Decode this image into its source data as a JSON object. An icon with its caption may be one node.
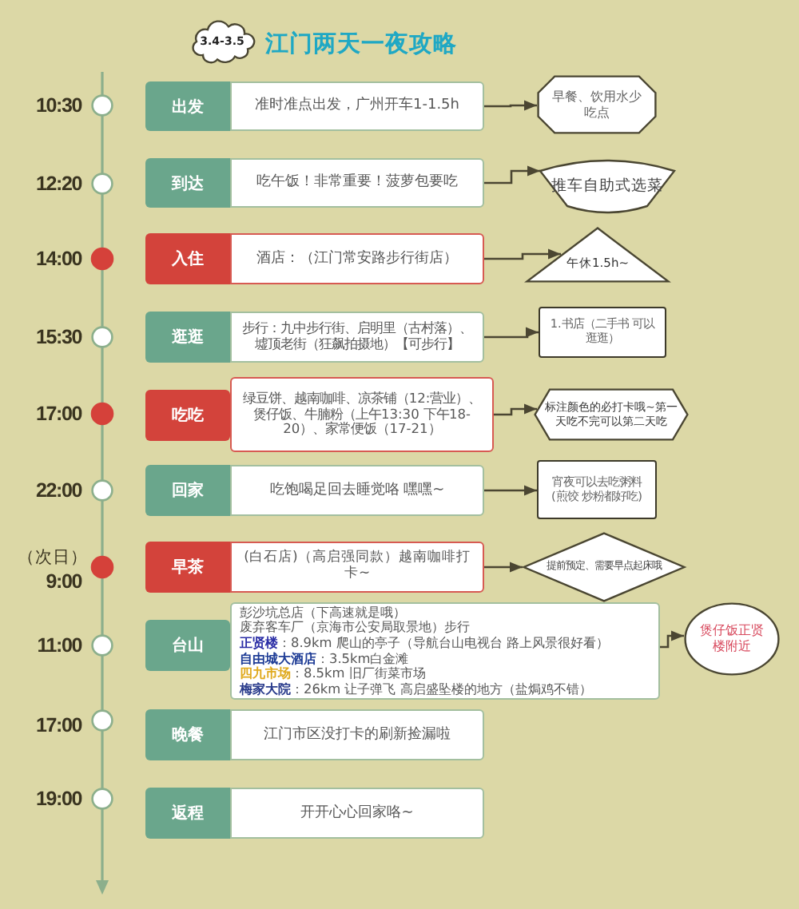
{
  "diagram": {
    "title": "江门两天一夜攻略",
    "nodes": [
      {
        "text": [
          "3.4-3.5"
        ]
      },
      {
        "text": [
          "出发",
          "准时准点出发，广州开车1-1.5h"
        ]
      },
      {
        "text": [
          "早餐、饮用水少吃点"
        ]
      },
      {
        "text": [
          "到达",
          "吃午饭！非常重要！菠萝包要吃"
        ]
      },
      {
        "text": [
          "推车自助式选菜"
        ]
      },
      {
        "text": [
          "入住",
          "酒店：（江门常安路步行街店）"
        ]
      },
      {
        "text": [
          "午休1.5h~"
        ]
      },
      {
        "text": [
          "逛逛",
          "步行：九中步行街、启明里（古村落）、墟顶老街（狂飙拍摄地）【可步行】"
        ]
      },
      {
        "text": [
          "1.书店（二手书 可以逛逛）"
        ]
      },
      {
        "text": [
          "吃吃",
          "绿豆饼、越南咖啡、凉茶铺（12:营业）、煲仔饭、牛腩粉（上午13:30 下午18-20）、家常便饭（17-21）"
        ]
      },
      {
        "text": [
          "标注颜色的必打卡哦~第一天吃不完可以第二天吃"
        ]
      },
      {
        "text": [
          "回家",
          "吃饱喝足回去睡觉咯 嘿嘿~"
        ]
      },
      {
        "text": [
          "宵夜可以去吃粥料(煎饺 炒粉都好吃)"
        ]
      },
      {
        "text": [
          "早茶",
          "(白石店)（高启强同款）越南咖啡打卡~"
        ]
      },
      {
        "text": [
          "提前预定、需要早点起床哦"
        ]
      },
      {
        "text": [
          "台山",
          "彭沙坑总店（下高速就是哦）",
          "废弃客车厂（京海市公安局取景地）步行",
          "**正贤楼**：8.9km 爬山的亭子（导航台山电视台 路上风景很好看）",
          "**自由城大酒店**：3.5km白金滩",
          "**四九市场**：8.5km 旧厂街菜市场",
          "**梅家大院**：26km 让子弹飞 高启盛坠楼的地方（盐焗鸡不错）"
        ]
      },
      {
        "text": [
          "煲仔饭正贤楼附近"
        ]
      },
      {
        "text": [
          "晚餐",
          "江门市区没打卡的刷新捡漏啦"
        ]
      },
      {
        "text": [
          "返程",
          "开开心心回家咯~"
        ]
      }
    ],
    "edges": [
      {
        "from": 1,
        "to": 2,
        "arrow": "to"
      },
      {
        "from": 3,
        "to": 4,
        "arrow": "to"
      },
      {
        "from": 5,
        "to": 6,
        "arrow": "to"
      },
      {
        "from": 7,
        "to": 8,
        "arrow": "to"
      },
      {
        "from": 9,
        "to": 10,
        "arrow": "to"
      },
      {
        "from": 11,
        "to": 12,
        "arrow": "to"
      },
      {
        "from": 13,
        "to": 14,
        "arrow": "to"
      },
      {
        "from": 15,
        "to": 16,
        "arrow": "to"
      }
    ],
    "labels": [
      "10:30",
      "12:20",
      "14:00",
      "15:30",
      "17:00",
      "22:00",
      "（次日）",
      "9:00",
      "11:00",
      "17:00",
      "19:00"
    ]
  }
}
